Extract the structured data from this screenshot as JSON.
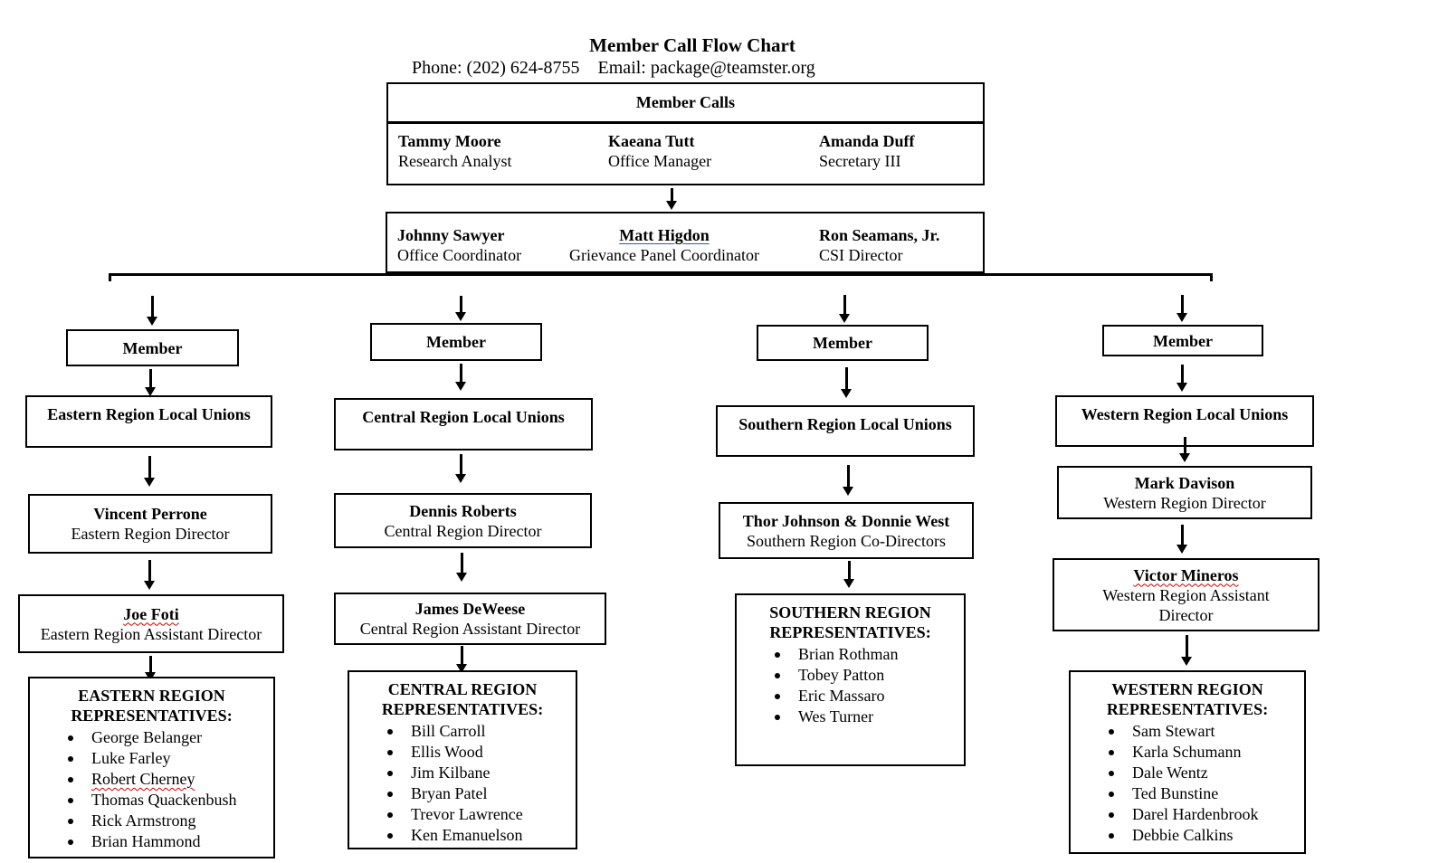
{
  "title": "Member Call Flow Chart",
  "contact": "Phone: (202) 624-8755    Email: package@teamster.org",
  "member_calls": {
    "header": "Member Calls",
    "staff": [
      {
        "name": "Tammy Moore",
        "role": "Research Analyst"
      },
      {
        "name": "Kaeana Tutt",
        "role": "Office Manager"
      },
      {
        "name": "Amanda Duff",
        "role": "Secretary III"
      }
    ]
  },
  "coordinators": [
    {
      "name": "Johnny Sawyer",
      "role": "Office Coordinator"
    },
    {
      "name": "Matt Higdon",
      "role": "Grievance Panel Coordinator"
    },
    {
      "name": "Ron Seamans, Jr.",
      "role": "CSI Director"
    }
  ],
  "regions": [
    {
      "member": "Member",
      "unions": "Eastern Region Local Unions",
      "director": {
        "name": "Vincent Perrone",
        "role": "Eastern Region Director"
      },
      "assistant": {
        "name": "Joe Foti",
        "role": "Eastern Region Assistant Director"
      },
      "reps_title_1": "EASTERN REGION",
      "reps_title_2": "REPRESENTATIVES:",
      "reps": [
        "George Belanger",
        "Luke Farley",
        "Robert Cherney",
        "Thomas Quackenbush",
        "Rick Armstrong",
        "Brian Hammond"
      ]
    },
    {
      "member": "Member",
      "unions": "Central Region Local Unions",
      "director": {
        "name": "Dennis Roberts",
        "role": "Central Region Director"
      },
      "assistant": {
        "name": "James DeWeese",
        "role": "Central Region Assistant Director"
      },
      "reps_title_1": "CENTRAL REGION",
      "reps_title_2": "REPRESENTATIVES:",
      "reps": [
        "Bill Carroll",
        "Ellis Wood",
        "Jim Kilbane",
        "Bryan Patel",
        "Trevor Lawrence",
        "Ken Emanuelson"
      ]
    },
    {
      "member": "Member",
      "unions": "Southern Region Local Unions",
      "director": {
        "name": "Thor Johnson & Donnie West",
        "role": "Southern Region Co-Directors"
      },
      "reps_title_1": "SOUTHERN REGION",
      "reps_title_2": "REPRESENTATIVES:",
      "reps": [
        "Brian Rothman",
        "Tobey Patton",
        "Eric Massaro",
        "Wes Turner"
      ]
    },
    {
      "member": "Member",
      "unions": "Western Region Local Unions",
      "director": {
        "name": "Mark Davison",
        "role": "Western Region Director"
      },
      "assistant": {
        "name": "Victor Mineros",
        "role_1": "Western Region Assistant",
        "role_2": "Director"
      },
      "reps_title_1": "WESTERN REGION",
      "reps_title_2": "REPRESENTATIVES:",
      "reps": [
        "Sam Stewart",
        "Karla Schumann",
        "Dale Wentz",
        "Ted Bunstine",
        "Darel Hardenbrook",
        "Debbie Calkins"
      ]
    }
  ]
}
